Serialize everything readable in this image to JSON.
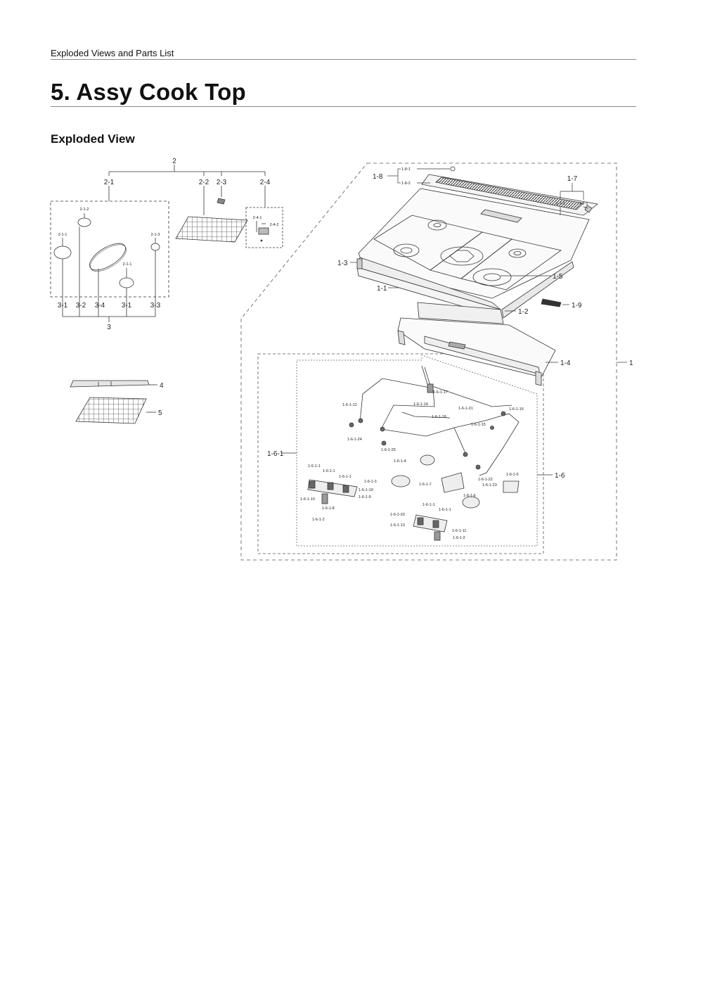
{
  "header": {
    "running_title": "Exploded Views and Parts List"
  },
  "page": {
    "title": "5.  Assy Cook Top",
    "section": "Exploded View"
  },
  "labels": {
    "p2": "2",
    "p2_1": "2-1",
    "p2_2": "2-2",
    "p2_3": "2-3",
    "p2_4": "2-4",
    "p2_1_1": "2-1-1",
    "p2_1_2": "2-1-2",
    "p2_1_3": "2-1-3",
    "p2_1_1b": "2-1-1",
    "p2_4_1": "2-4-1",
    "p2_4_2": "2-4-2",
    "p3_1": "3-1",
    "p3_2": "3-2",
    "p3_4": "3-4",
    "p3_1b": "3-1",
    "p3_3": "3-3",
    "p3": "3",
    "p4": "4",
    "p5": "5",
    "p1": "1",
    "p1_1": "1-1",
    "p1_2": "1-2",
    "p1_3": "1-3",
    "p1_4": "1-4",
    "p1_5": "1-5",
    "p1_6": "1-6",
    "p1_6_1": "1-6-1",
    "p1_7": "1-7",
    "p1_7_1": "1-7-1",
    "p1_7_2": "1-7-2",
    "p1_8": "1-8",
    "p1_8_1": "1-8-1",
    "p1_8_2": "1-8-2",
    "p1_9": "1-9",
    "s17": "1-6-1-17",
    "s12": "1-6-1-12",
    "s14": "1-6-1-14",
    "s21": "1-6-1-21",
    "s16": "1-6-1-16",
    "s18": "1-6-1-18",
    "s15": "1-6-1-15",
    "s24": "1-6-1-24",
    "s25": "1-6-1-25",
    "s4": "1-6-1-4",
    "s3": "1-6-1-3",
    "s7": "1-6-1-7",
    "s22": "1-6-1-22",
    "s23": "1-6-1-23",
    "s5": "1-6-1-5",
    "s6": "1-6-1-6",
    "a1": "1-6-1-1",
    "a2": "1-6-1-1",
    "a3": "1-6-1-1",
    "a19": "1-6-1-19",
    "a10": "1-6-1-10",
    "a9": "1-6-1-9",
    "a8": "1-6-1-8",
    "a2b": "1-6-1-2",
    "b1": "1-6-1-1",
    "b1b": "1-6-1-1",
    "b20": "1-6-1-20",
    "b13": "1-6-1-13",
    "b11": "1-6-1-11",
    "b2": "1-6-1-2"
  }
}
